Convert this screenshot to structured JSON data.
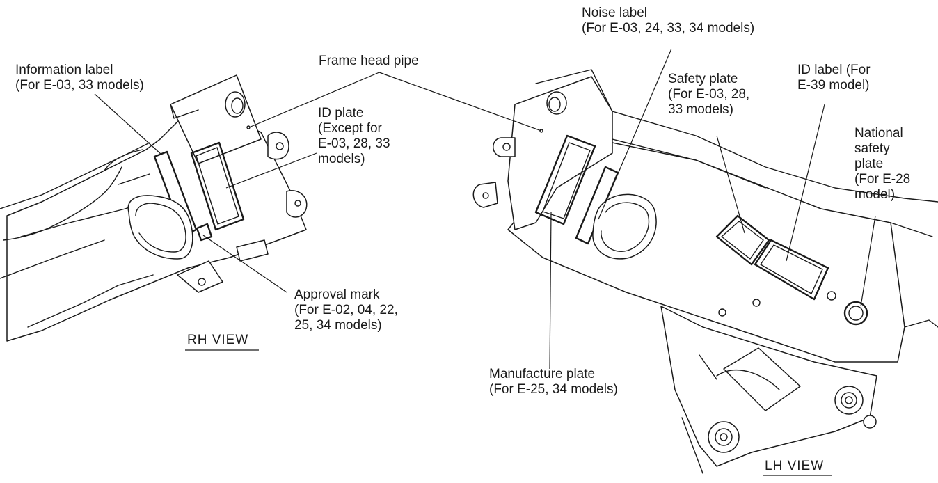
{
  "labels": {
    "noise": [
      "Noise label",
      "(For E-03, 24, 33, 34 models)"
    ],
    "frame_head_pipe": [
      "Frame head pipe"
    ],
    "information": [
      "Information label",
      "(For E-03, 33 models)"
    ],
    "id_plate": [
      "ID plate",
      "(Except for",
      "E-03, 28, 33",
      "models)"
    ],
    "safety_plate": [
      "Safety plate",
      "(For E-03, 28,",
      "33 models)"
    ],
    "id_label": [
      "ID label (For",
      "E-39 model)"
    ],
    "national_safety": [
      "National",
      "safety",
      "plate",
      "(For E-28",
      "model)"
    ],
    "approval": [
      "Approval mark",
      "(For E-02, 04, 22,",
      "25, 34 models)"
    ],
    "manufacture": [
      "Manufacture plate",
      "(For E-25, 34 models)"
    ]
  },
  "views": {
    "rh": "RH VIEW",
    "lh": "LH VIEW"
  }
}
